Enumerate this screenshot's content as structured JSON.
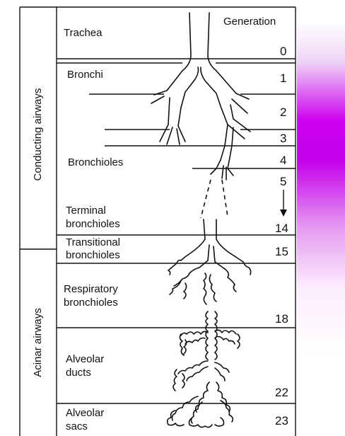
{
  "column_header": "Generation",
  "groups": [
    {
      "label": "Conducting airways"
    },
    {
      "label": "Acinar airways"
    }
  ],
  "zones": [
    {
      "lines": [
        "Trachea"
      ],
      "generation": "0"
    },
    {
      "lines": [
        "Bronchi"
      ],
      "generation": "1"
    },
    {
      "lines": [],
      "generation": "2"
    },
    {
      "lines": [],
      "generation": "3"
    },
    {
      "lines": [
        "Bronchioles"
      ],
      "generation": "4"
    },
    {
      "lines": [],
      "generation": "5"
    },
    {
      "lines": [
        "Terminal",
        "bronchioles"
      ],
      "generation": "14"
    },
    {
      "lines": [
        "Transitional",
        "bronchioles"
      ],
      "generation": "15"
    },
    {
      "lines": [
        "Respiratory",
        "bronchioles"
      ],
      "generation": "18"
    },
    {
      "lines": [
        "Alveolar",
        "ducts"
      ],
      "generation": "22"
    },
    {
      "lines": [
        "Alveolar",
        "sacs"
      ],
      "generation": "23"
    }
  ],
  "colors": {
    "accent_bar": "#cc00ee",
    "ink": "#111111"
  }
}
